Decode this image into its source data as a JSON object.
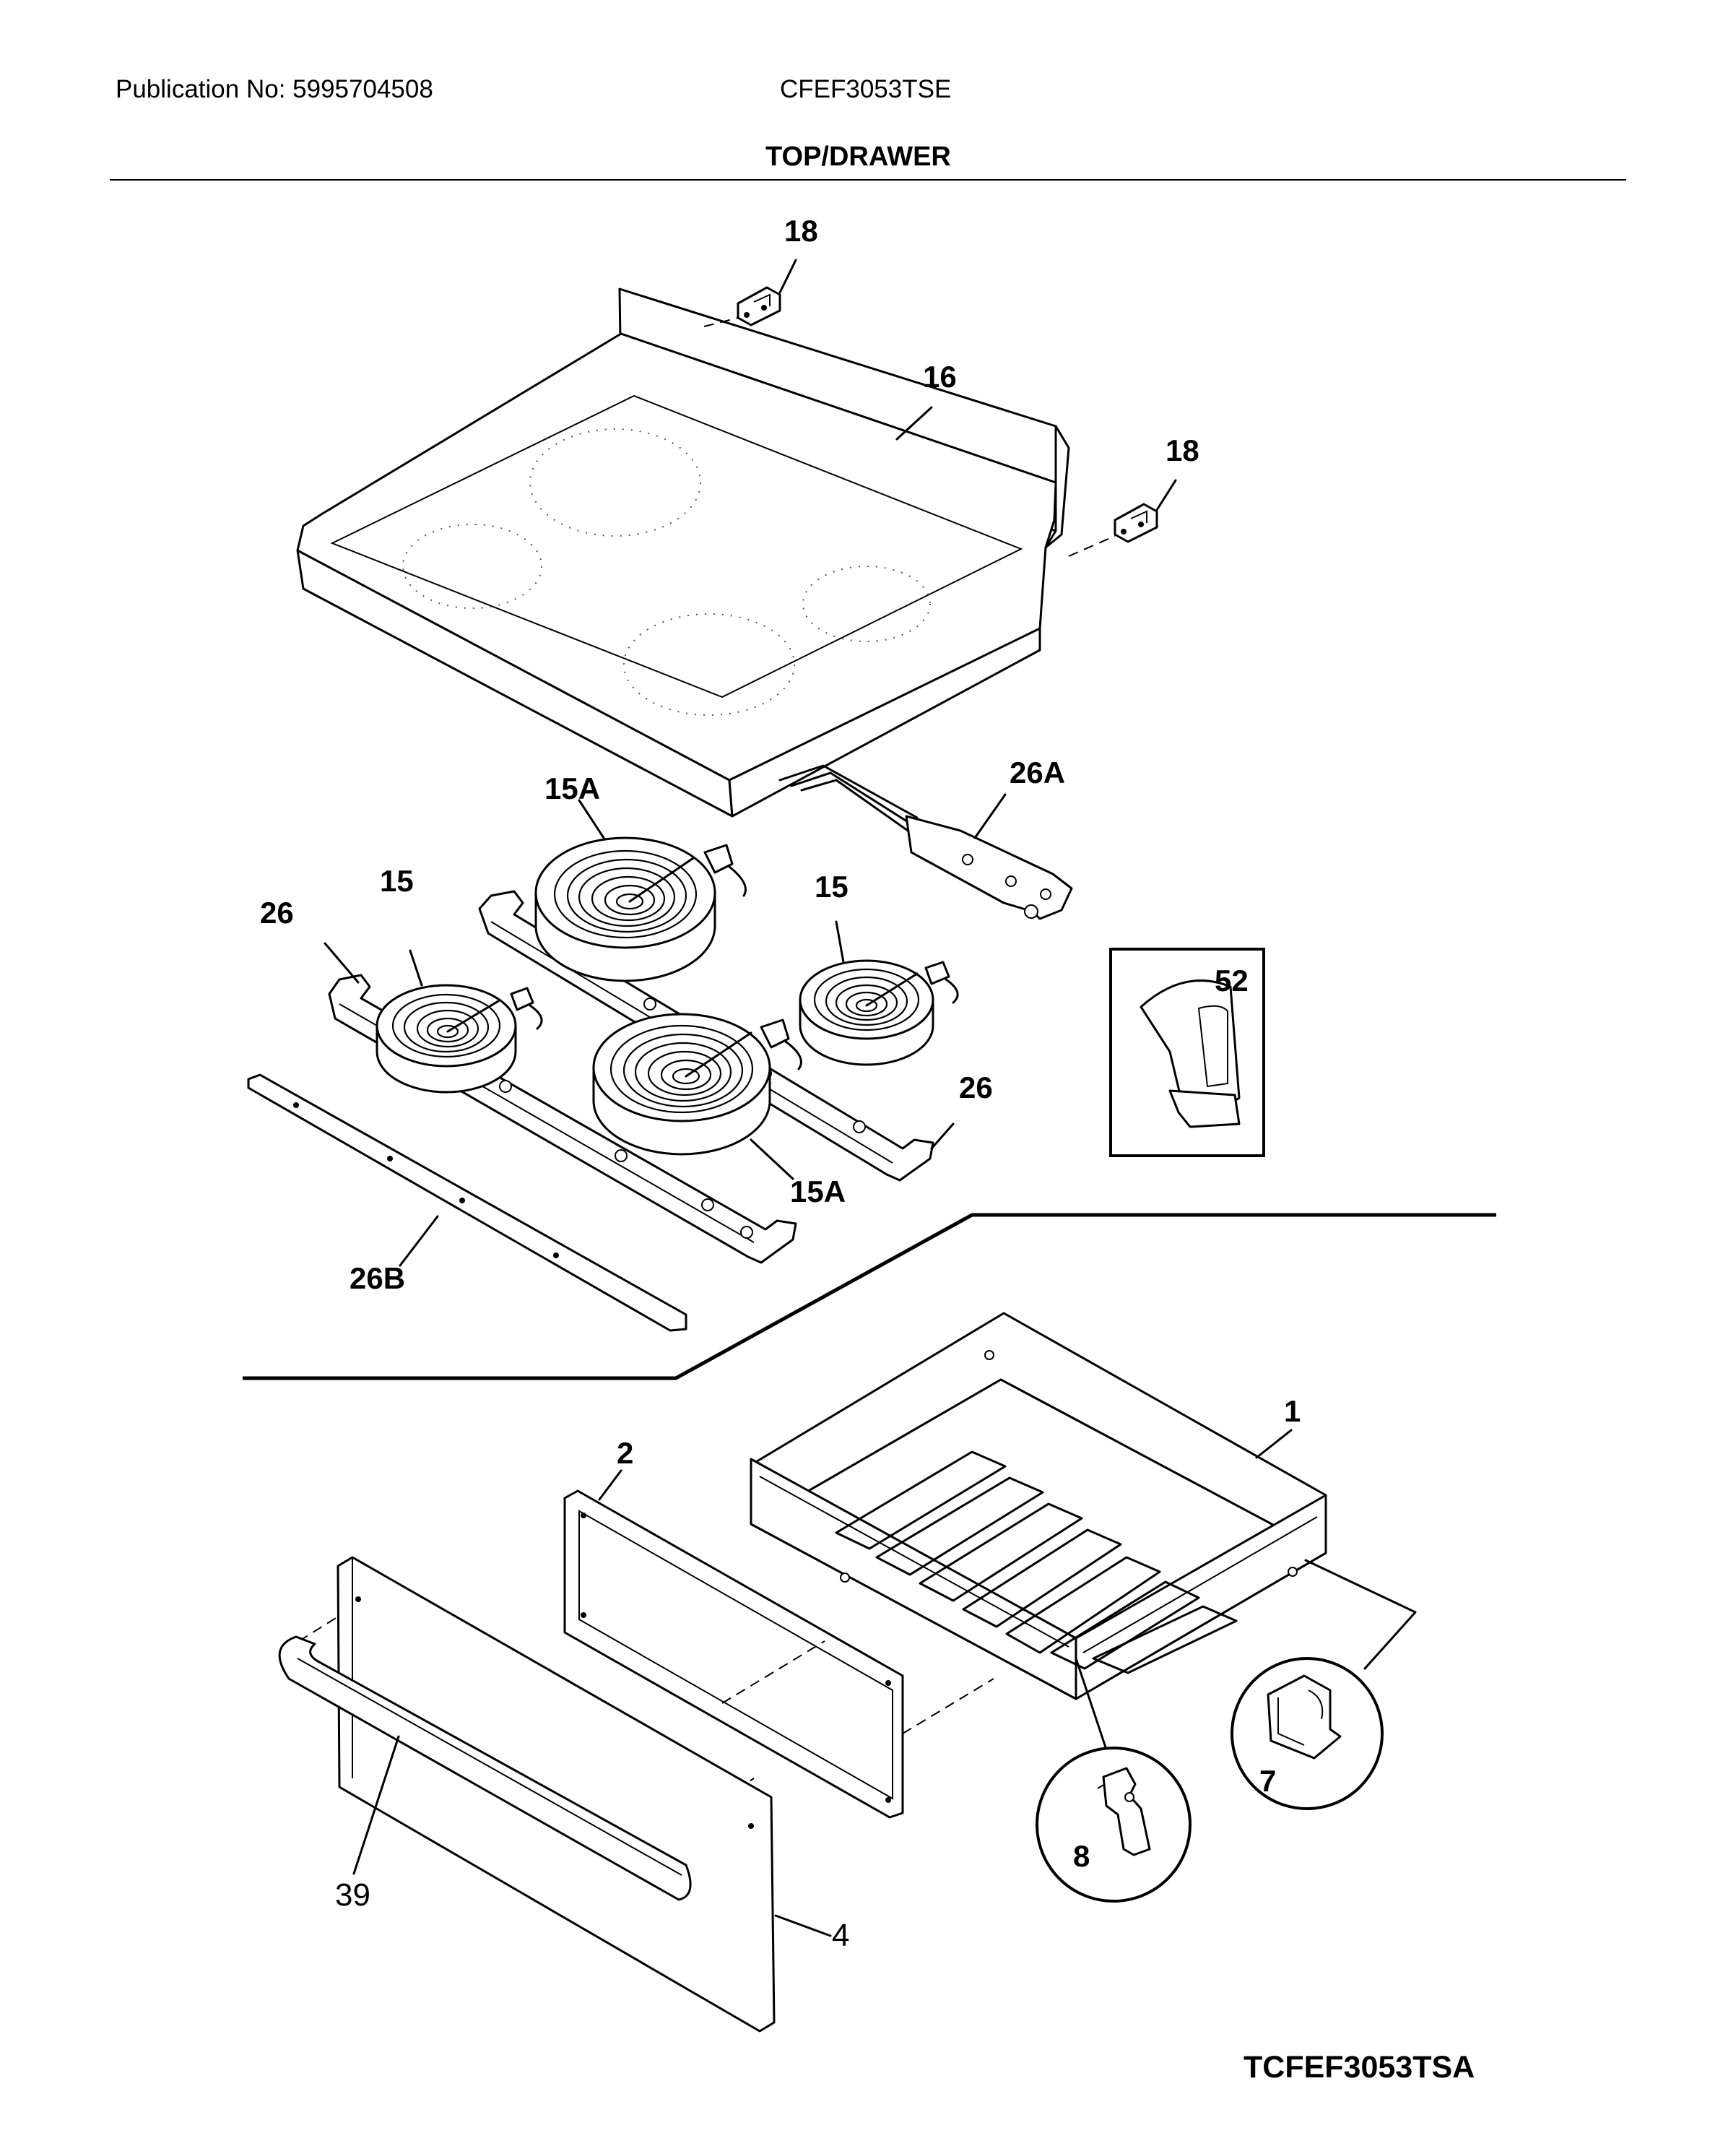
{
  "header": {
    "publication": "Publication No: 5995704508",
    "model": "CFEF3053TSE",
    "section_title": "TOP/DRAWER"
  },
  "callouts": {
    "c18a": "18",
    "c16": "16",
    "c18b": "18",
    "c15a_top": "15A",
    "c26a": "26A",
    "c15_left": "15",
    "c26_left": "26",
    "c15_right": "15",
    "c52": "52",
    "c26_right": "26",
    "c15a_bottom": "15A",
    "c26b": "26B",
    "c1": "1",
    "c2": "2",
    "c7": "7",
    "c8": "8",
    "c39": "39",
    "c4": "4"
  },
  "footer": {
    "figure_code": "TCFEF3053TSA"
  }
}
